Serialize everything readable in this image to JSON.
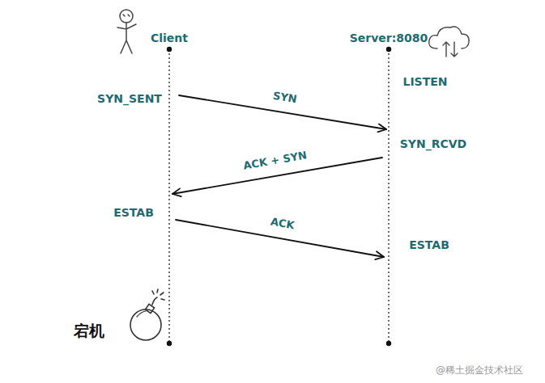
{
  "diagram": {
    "nodes": [
      {
        "text": [
          "Client"
        ]
      },
      {
        "text": [
          "Server:8080"
        ]
      }
    ],
    "edges": [
      {
        "from": 0,
        "to": 1,
        "arrow": "to",
        "label": "SYN"
      },
      {
        "from": 1,
        "to": 0,
        "arrow": "to",
        "label": "ACK + SYN"
      },
      {
        "from": 0,
        "to": 1,
        "arrow": "to",
        "label": "ACK"
      }
    ],
    "labels": [
      "SYN_SENT",
      "LISTEN",
      "SYN_RCVD",
      "ESTAB",
      "ESTAB",
      "宕机",
      "@稀土掘金技术社区"
    ]
  }
}
